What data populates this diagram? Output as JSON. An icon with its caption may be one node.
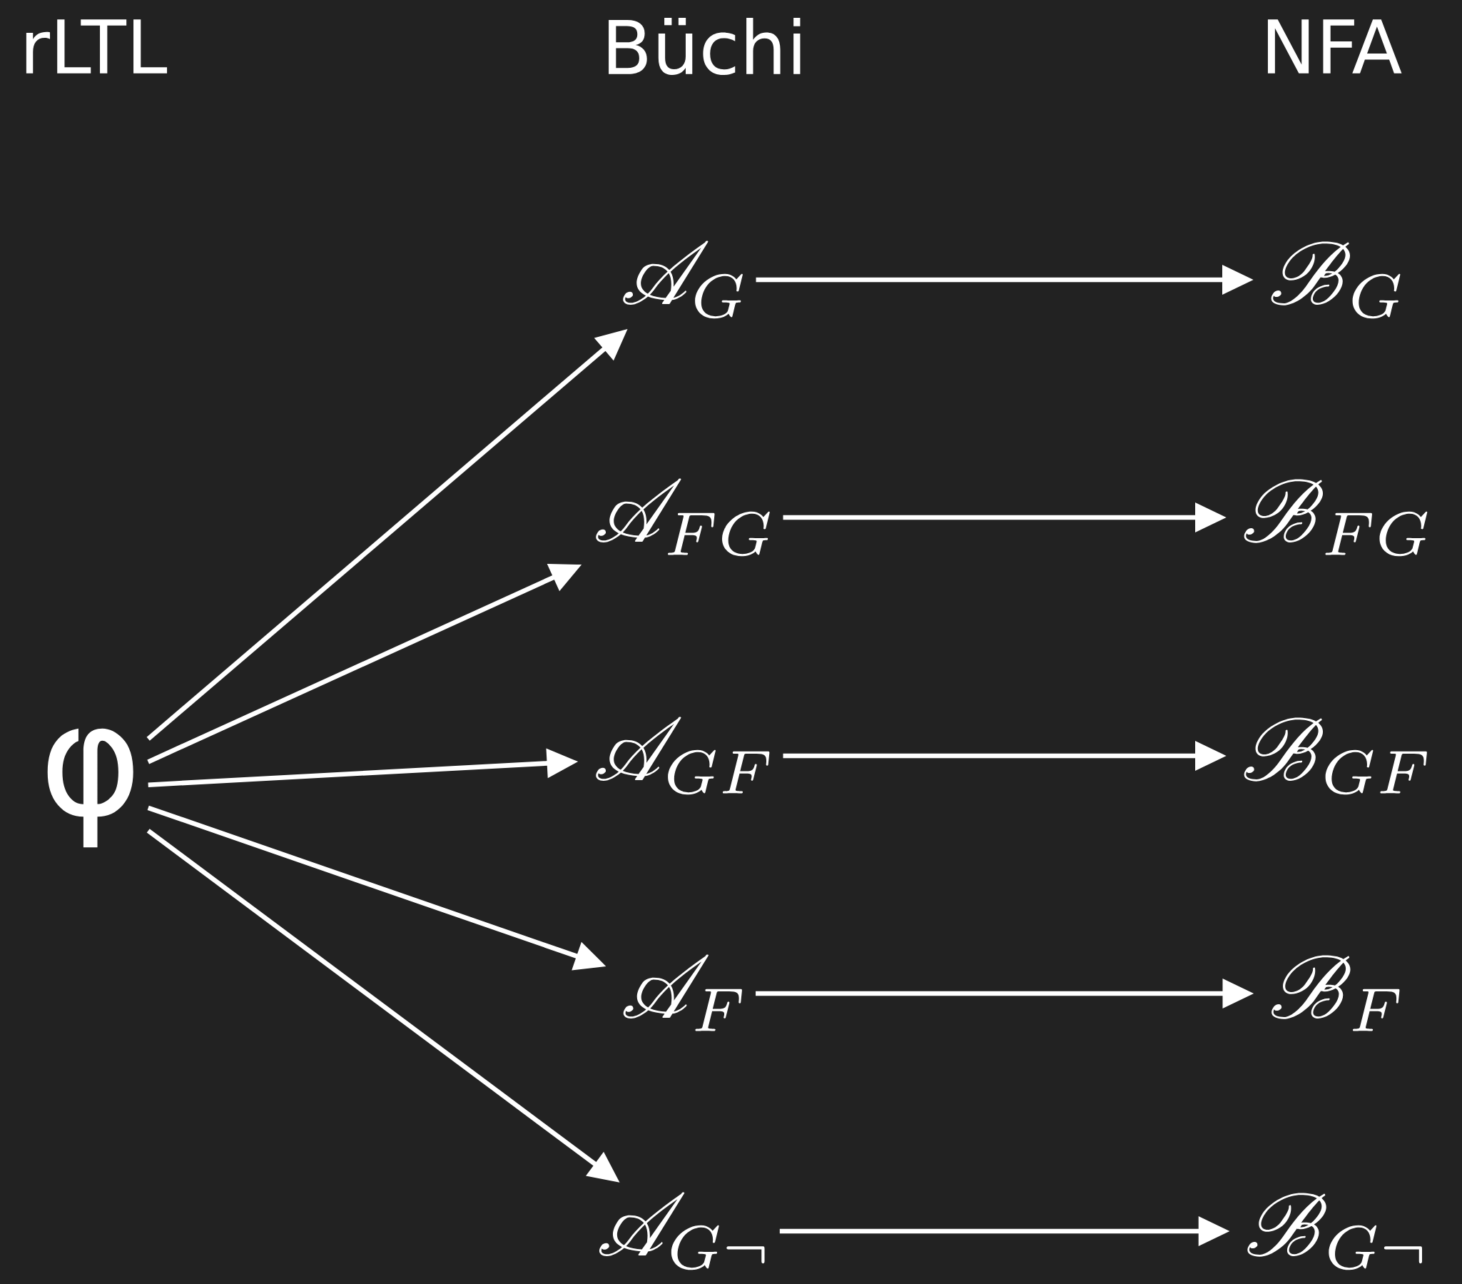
{
  "diagram": {
    "nodes": [
      {
        "text": [
          "φ"
        ]
      },
      {
        "text": [
          "\\mathscr{A}_{G}"
        ]
      },
      {
        "text": [
          "\\mathscr{A}_{FG}"
        ]
      },
      {
        "text": [
          "\\mathscr{A}_{GF}"
        ]
      },
      {
        "text": [
          "\\mathscr{A}_{F}"
        ]
      },
      {
        "text": [
          "\\mathscr{A}_{G\\neg}"
        ]
      },
      {
        "text": [
          "\\mathscr{B}_{G}"
        ]
      },
      {
        "text": [
          "\\mathscr{B}_{FG}"
        ]
      },
      {
        "text": [
          "\\mathscr{B}_{GF}"
        ]
      },
      {
        "text": [
          "\\mathscr{B}_{F}"
        ]
      },
      {
        "text": [
          "\\mathscr{B}_{G\\neg}"
        ]
      }
    ],
    "edges": [
      {
        "from": 0,
        "to": 1,
        "arrow": "to"
      },
      {
        "from": 0,
        "to": 2,
        "arrow": "to"
      },
      {
        "from": 0,
        "to": 3,
        "arrow": "to"
      },
      {
        "from": 0,
        "to": 4,
        "arrow": "to"
      },
      {
        "from": 0,
        "to": 5,
        "arrow": "to"
      },
      {
        "from": 1,
        "to": 6,
        "arrow": "to"
      },
      {
        "from": 2,
        "to": 7,
        "arrow": "to"
      },
      {
        "from": 3,
        "to": 8,
        "arrow": "to"
      },
      {
        "from": 4,
        "to": 9,
        "arrow": "to"
      },
      {
        "from": 5,
        "to": 10,
        "arrow": "to"
      }
    ],
    "labels": [
      "rLTL",
      "Büchi",
      "NFA"
    ]
  }
}
